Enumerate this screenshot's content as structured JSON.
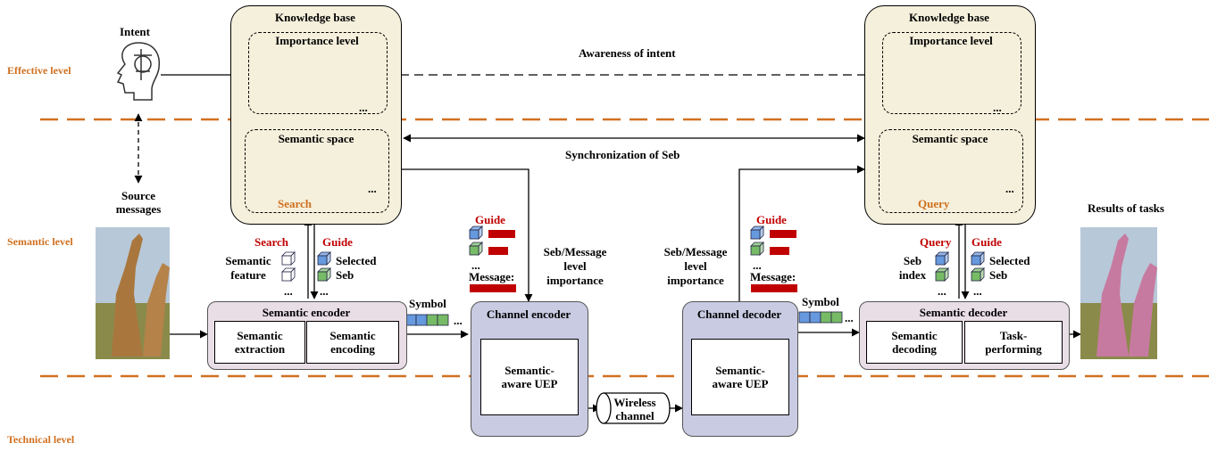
{
  "levels": {
    "effective": "Effective level",
    "semantic": "Semantic level",
    "technical": "Technical level"
  },
  "left": {
    "intent": "Intent",
    "source_messages": "Source\nmessages",
    "kb_title": "Knowledge base",
    "importance_title": "Importance level",
    "ellipsis": "...",
    "semantic_space": "Semantic space",
    "search_tag": "Search",
    "search_label": "Search",
    "guide_label": "Guide",
    "semantic_feature": "Semantic\nfeature",
    "selected_seb": "Selected\nSeb",
    "encoder_title": "Semantic encoder",
    "extraction": "Semantic\nextraction",
    "encoding": "Semantic\nencoding",
    "symbol": "Symbol"
  },
  "center": {
    "awareness": "Awareness of intent",
    "sync": "Synchronization of Seb",
    "guide_left": "Guide",
    "message_left": "Message:",
    "seb_msg_left": "Seb/Message\nlevel\nimportance",
    "seb_msg_right": "Seb/Message\nlevel\nimportance",
    "guide_right": "Guide",
    "message_right": "Message:",
    "channel_encoder": "Channel encoder",
    "channel_decoder": "Channel decoder",
    "uep_left": "Semantic-\naware UEP",
    "uep_right": "Semantic-\naware UEP",
    "wireless": "Wireless\nchannel"
  },
  "right": {
    "kb_title": "Knowledge base",
    "importance_title": "Importance level",
    "semantic_space": "Semantic space",
    "query_tag": "Query",
    "query_label": "Query",
    "guide_label": "Guide",
    "seb_index": "Seb\nindex",
    "selected_seb": "Selected\nSeb",
    "symbol": "Symbol",
    "decoder_title": "Semantic decoder",
    "decoding": "Semantic\ndecoding",
    "task": "Task-\nperforming",
    "results": "Results of tasks"
  },
  "colors": {
    "accent": "#d07020",
    "red": "#c00000",
    "kb_bg": "#f5f0dc",
    "coder_bg": "#e9dde6",
    "channel_bg": "#c9cbe3"
  }
}
